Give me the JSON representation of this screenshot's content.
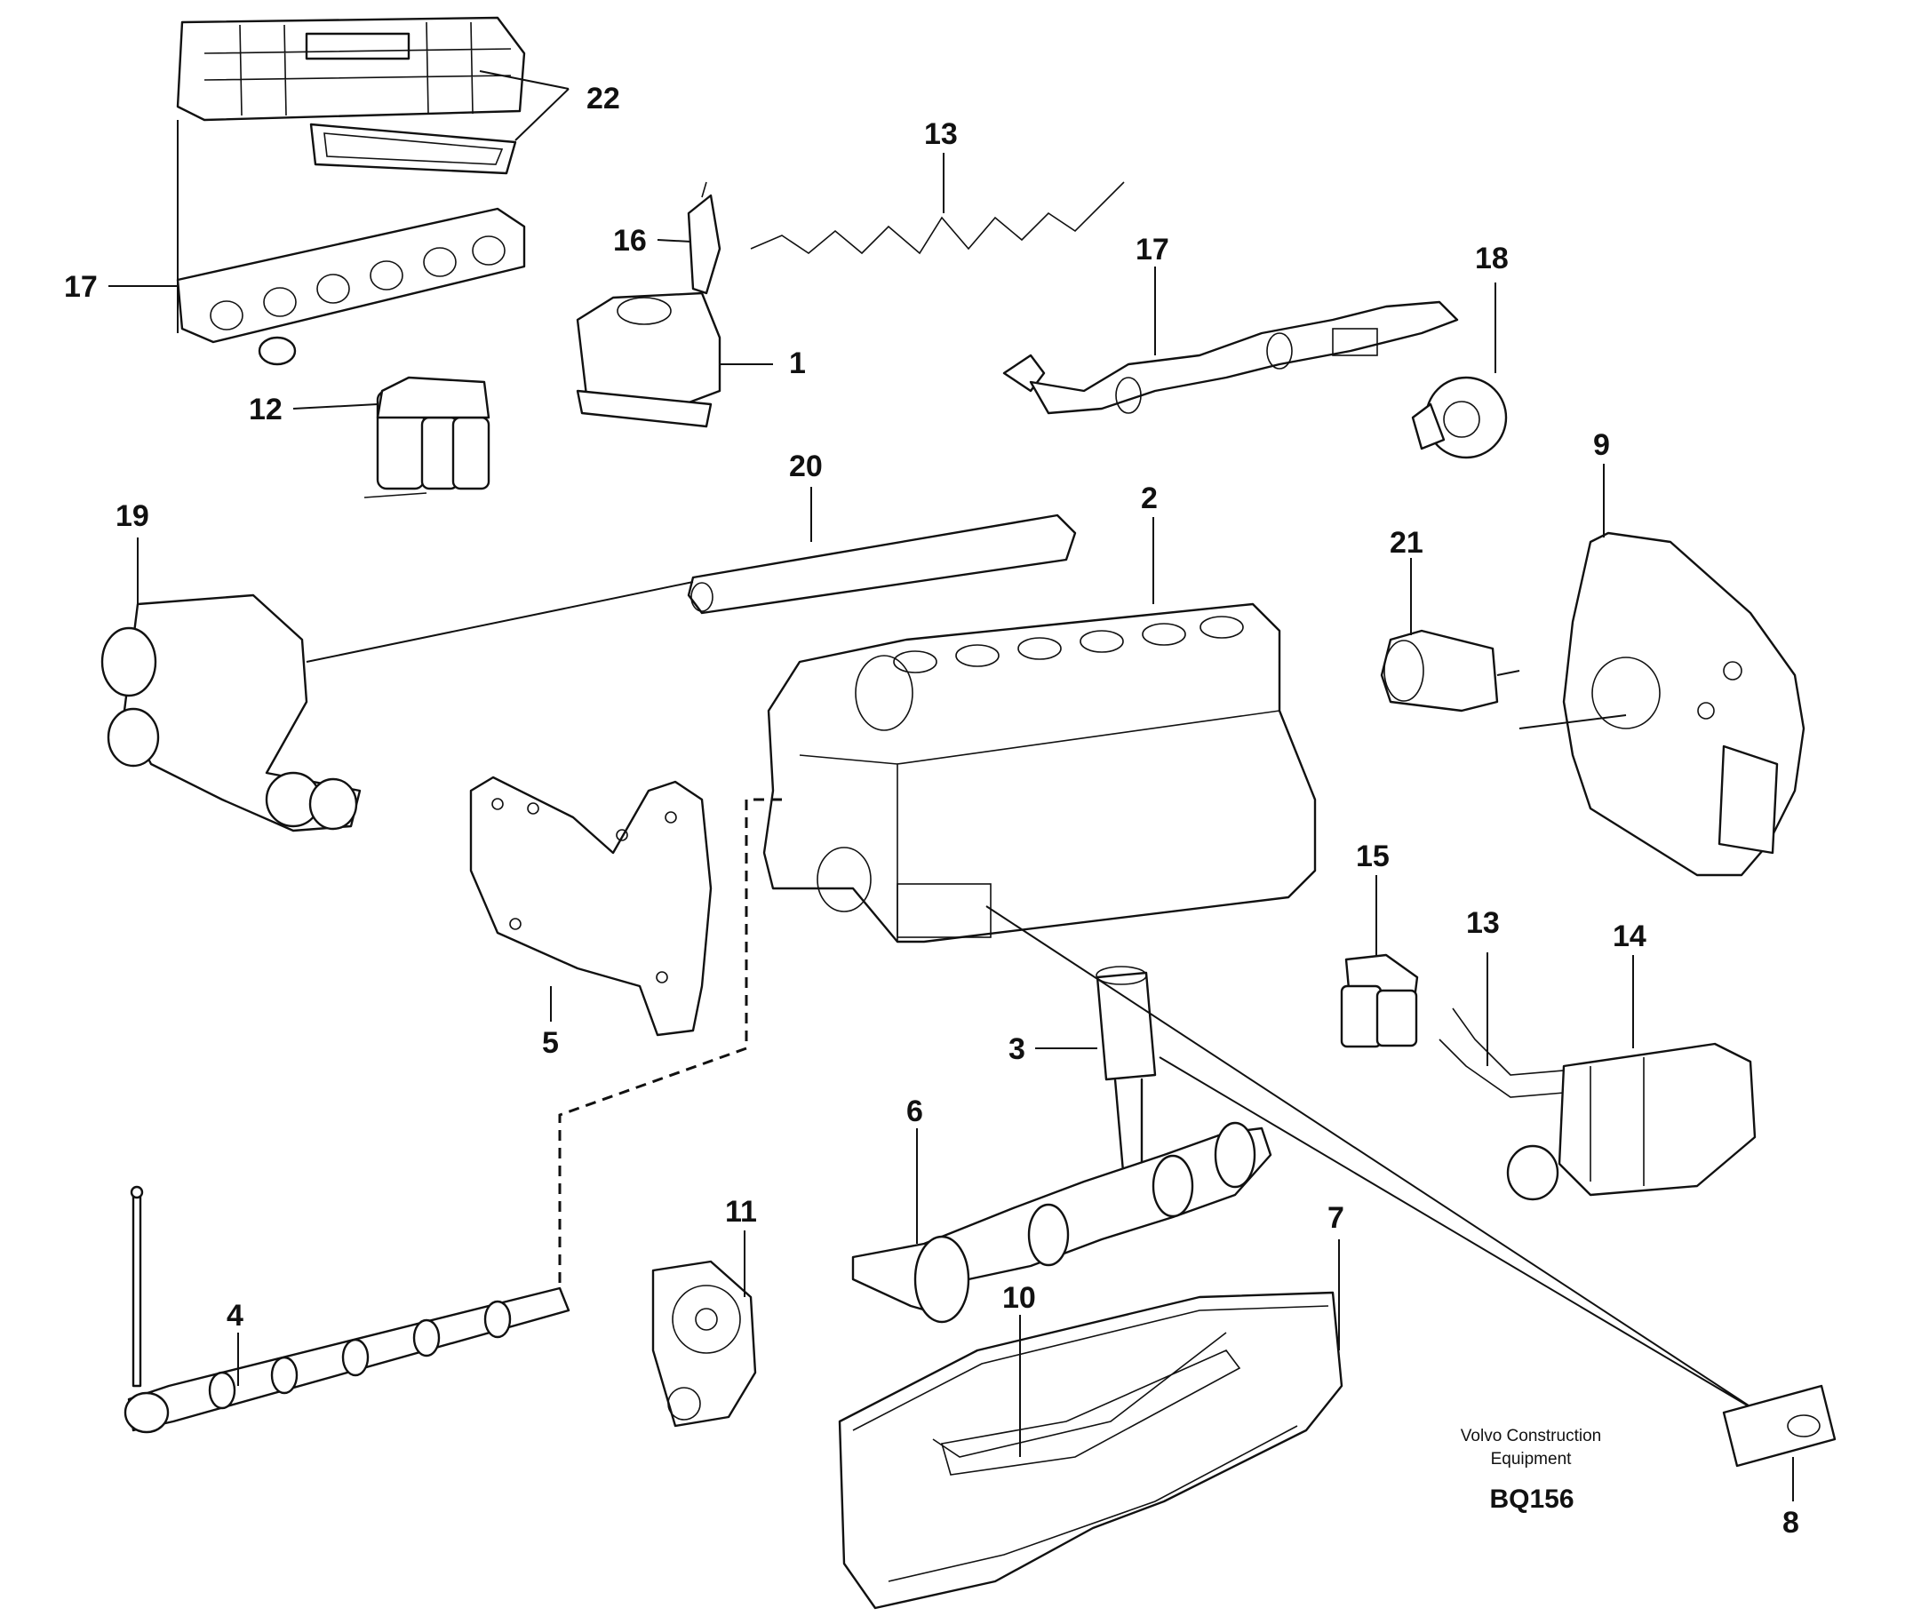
{
  "callouts": {
    "c22": "22",
    "c13a": "13",
    "c16": "16",
    "c17a": "17",
    "c17b": "17",
    "c18": "18",
    "c1": "1",
    "c12": "12",
    "c20": "20",
    "c2": "2",
    "c9": "9",
    "c19": "19",
    "c21": "21",
    "c15": "15",
    "c13b": "13",
    "c14": "14",
    "c5": "5",
    "c3": "3",
    "c6": "6",
    "c11": "11",
    "c7": "7",
    "c10": "10",
    "c4": "4",
    "c8": "8"
  },
  "caption": {
    "line1": "Volvo Construction",
    "line2": "Equipment",
    "code": "BQ156"
  }
}
